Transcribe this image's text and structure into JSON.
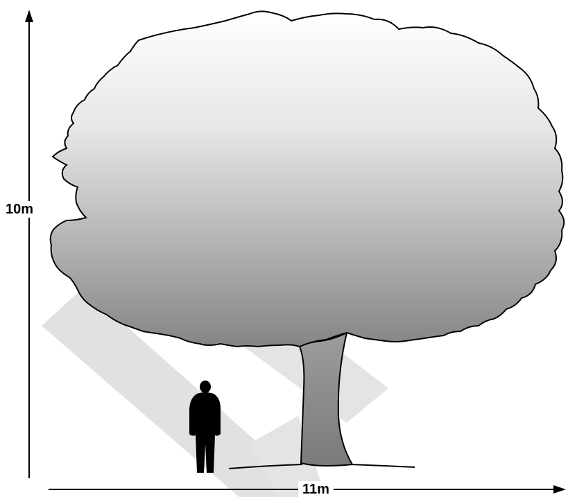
{
  "diagram": {
    "height_label": "10m",
    "width_label": "11m"
  },
  "colors": {
    "outline": "#000000",
    "canopy_top": "#ffffff",
    "canopy_bottom": "#8a8a8a",
    "trunk_top": "#9a9a9a",
    "trunk_bottom": "#7c7c7c",
    "watermark": "#e0e0e0",
    "person_silhouette": "#000000"
  },
  "icons": {
    "tree": "tree-illustration",
    "person": "person-silhouette"
  }
}
